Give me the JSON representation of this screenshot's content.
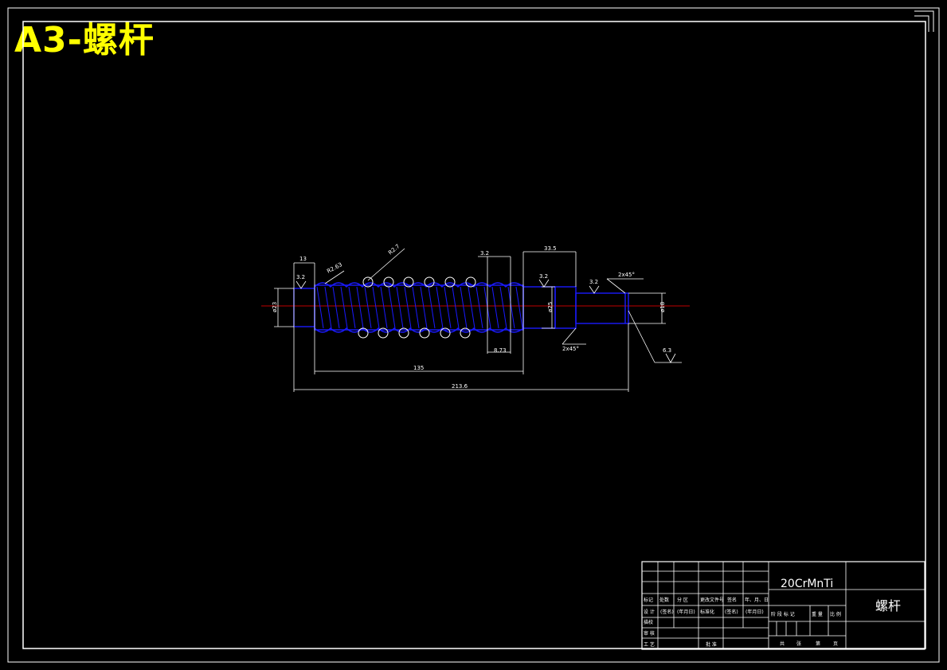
{
  "sheet": {
    "title": "A3-螺杆"
  },
  "colors": {
    "background": "#000000",
    "frame": "#ffffff",
    "part_outline": "#1a1aff",
    "centerline": "#c00000",
    "title_text": "#ffff00",
    "dimension": "#ffffff"
  },
  "drawing": {
    "dimensions": {
      "d_left": "ø23",
      "d_middle": "ø25",
      "d_right": "ø18",
      "len_left": "13",
      "len_thread_step": "3.2",
      "len_right_shoulder": "33.5",
      "len_small_step": "8.73",
      "len_thread": "135",
      "len_total": "213.6",
      "chamfer_top": "2x45°",
      "chamfer_bottom": "2x45°",
      "radius_large": "R2.63",
      "radius_ball": "R2.7"
    },
    "roughness": {
      "left": "3.2",
      "middle": "3.2",
      "right": "3.2",
      "far_right": "6.3"
    }
  },
  "title_block": {
    "material": "20CrMnTi",
    "part_name": "螺杆",
    "row_labels": {
      "mark": "标记",
      "count": "处数",
      "zone": "分 区",
      "doc_no": "更改文件号",
      "sign": "签名",
      "date": "年、月、日",
      "design": "设 计",
      "sign_1": "(签名)",
      "date_1": "(年月日)",
      "std": "标准化",
      "sign_2": "(签名)",
      "date_2": "(年月日)",
      "draw": "描校",
      "review": "审 核",
      "process": "工 艺",
      "approve": "批 准"
    },
    "stage_labels": {
      "stage_mark": "阶 段 标 记",
      "weight": "重 量",
      "scale": "比 例"
    },
    "sheet_labels": {
      "total": "共",
      "sheets": "张",
      "page": "第",
      "page_unit": "页"
    }
  }
}
